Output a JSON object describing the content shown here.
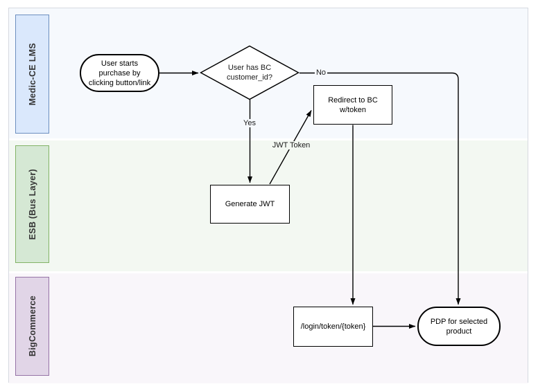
{
  "diagram": {
    "type": "swimlane-flowchart",
    "lanes": [
      {
        "label": "Medic-CE LMS",
        "header_fill": "#dae8fc",
        "header_border": "#6c8ebf",
        "lane_bg": "#f6f9fd"
      },
      {
        "label": "ESB (Bus Layer)",
        "header_fill": "#d5e8d4",
        "header_border": "#82b366",
        "lane_bg": "#f3f8f2"
      },
      {
        "label": "BigCommerce",
        "header_fill": "#e1d5e7",
        "header_border": "#9673a6",
        "lane_bg": "#f9f6fa"
      }
    ],
    "nodes": [
      {
        "id": "start",
        "type": "terminator",
        "lane": "Medic-CE LMS",
        "label": "User starts purchase by clicking button/link"
      },
      {
        "id": "decision",
        "type": "decision",
        "lane": "Medic-CE LMS",
        "label": "User has BC customer_id?"
      },
      {
        "id": "redirect",
        "type": "process",
        "lane": "Medic-CE LMS",
        "label": "Redirect to BC w/token"
      },
      {
        "id": "generate-jwt",
        "type": "process",
        "lane": "ESB (Bus Layer)",
        "label": "Generate JWT"
      },
      {
        "id": "login-token",
        "type": "process",
        "lane": "BigCommerce",
        "label": "/login/token/{token}"
      },
      {
        "id": "pdp",
        "type": "terminator",
        "lane": "BigCommerce",
        "label": "PDP for selected product"
      }
    ],
    "edges": [
      {
        "from": "start",
        "to": "decision",
        "label": ""
      },
      {
        "from": "decision",
        "to": "generate-jwt",
        "label": "Yes"
      },
      {
        "from": "generate-jwt",
        "to": "redirect",
        "label": "JWT Token"
      },
      {
        "from": "decision",
        "to": "pdp",
        "label": "No"
      },
      {
        "from": "redirect",
        "to": "login-token",
        "label": ""
      },
      {
        "from": "login-token",
        "to": "pdp",
        "label": ""
      }
    ],
    "node_fill": "#ffffff",
    "node_border": "#000000",
    "edge_color": "#000000"
  }
}
